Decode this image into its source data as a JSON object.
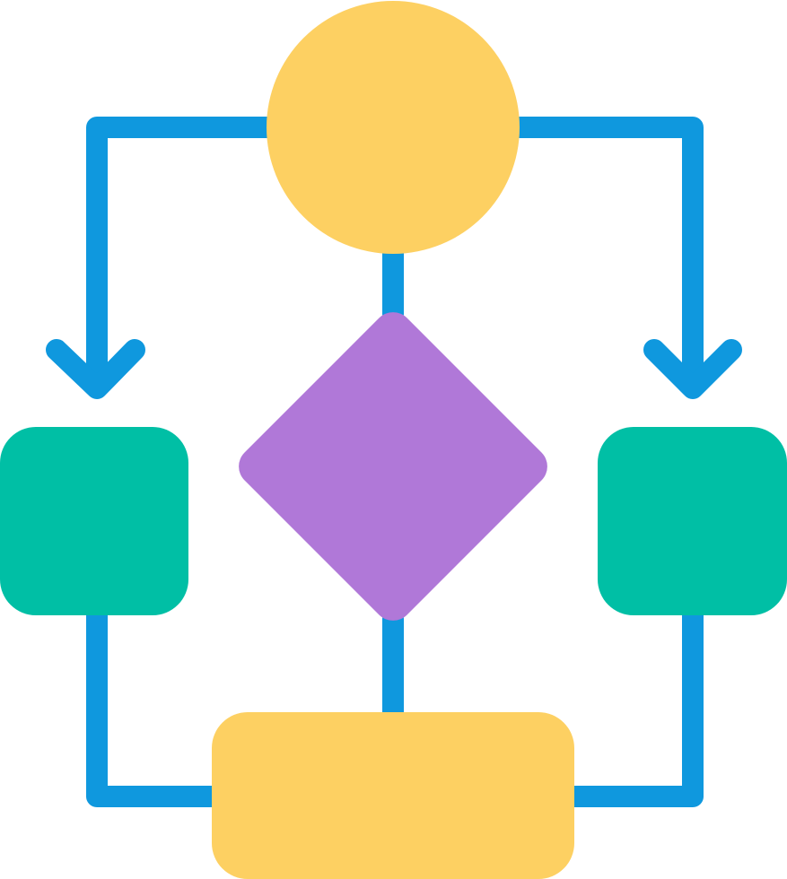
{
  "diagram": {
    "type": "flowchart-icon",
    "colors": {
      "connector": "#0F98DE",
      "terminal": "#FDD062",
      "decision": "#B078D8",
      "process": "#00BFA5"
    },
    "nodes": [
      {
        "id": "start",
        "shape": "circle",
        "color": "terminal"
      },
      {
        "id": "decision",
        "shape": "diamond",
        "color": "decision"
      },
      {
        "id": "left-process",
        "shape": "rounded-square",
        "color": "process"
      },
      {
        "id": "right-process",
        "shape": "rounded-square",
        "color": "process"
      },
      {
        "id": "end",
        "shape": "rounded-rectangle",
        "color": "terminal"
      }
    ],
    "edges": [
      {
        "from": "start",
        "to": "left-process",
        "arrow": true
      },
      {
        "from": "start",
        "to": "right-process",
        "arrow": true
      },
      {
        "from": "start",
        "to": "decision",
        "arrow": false
      },
      {
        "from": "decision",
        "to": "end",
        "arrow": false
      },
      {
        "from": "left-process",
        "to": "end",
        "arrow": false
      },
      {
        "from": "right-process",
        "to": "end",
        "arrow": false
      }
    ]
  }
}
